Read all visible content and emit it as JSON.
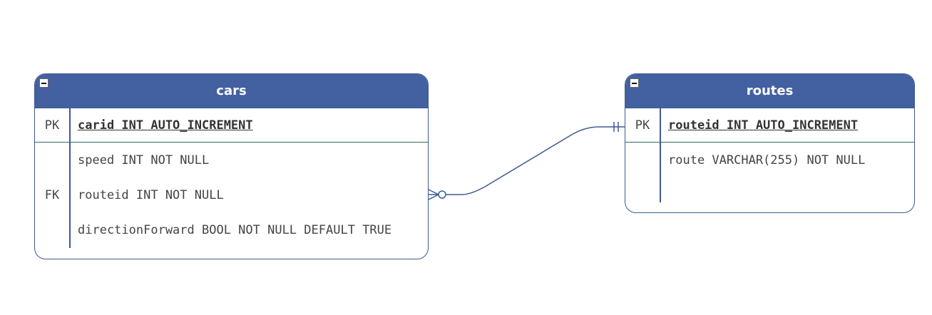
{
  "tables": {
    "cars": {
      "title": "cars",
      "pk_label": "PK",
      "pk_field": "carid INT AUTO_INCREMENT",
      "rows": [
        {
          "key": "",
          "field": "speed INT NOT NULL"
        },
        {
          "key": "FK",
          "field": "routeid INT NOT NULL"
        },
        {
          "key": "",
          "field": "directionForward BOOL NOT NULL DEFAULT TRUE"
        }
      ]
    },
    "routes": {
      "title": "routes",
      "pk_label": "PK",
      "pk_field": "routeid INT AUTO_INCREMENT",
      "rows": [
        {
          "key": "",
          "field": "route VARCHAR(255) NOT NULL"
        }
      ]
    }
  },
  "relationship": {
    "from": "cars.routeid",
    "to": "routes.routeid",
    "from_cardinality": "zero-or-many",
    "to_cardinality": "exactly-one"
  },
  "colors": {
    "header": "#4360a0",
    "border": "#3d5a91",
    "pk_separator": "#2e6b66",
    "text": "#444444"
  }
}
